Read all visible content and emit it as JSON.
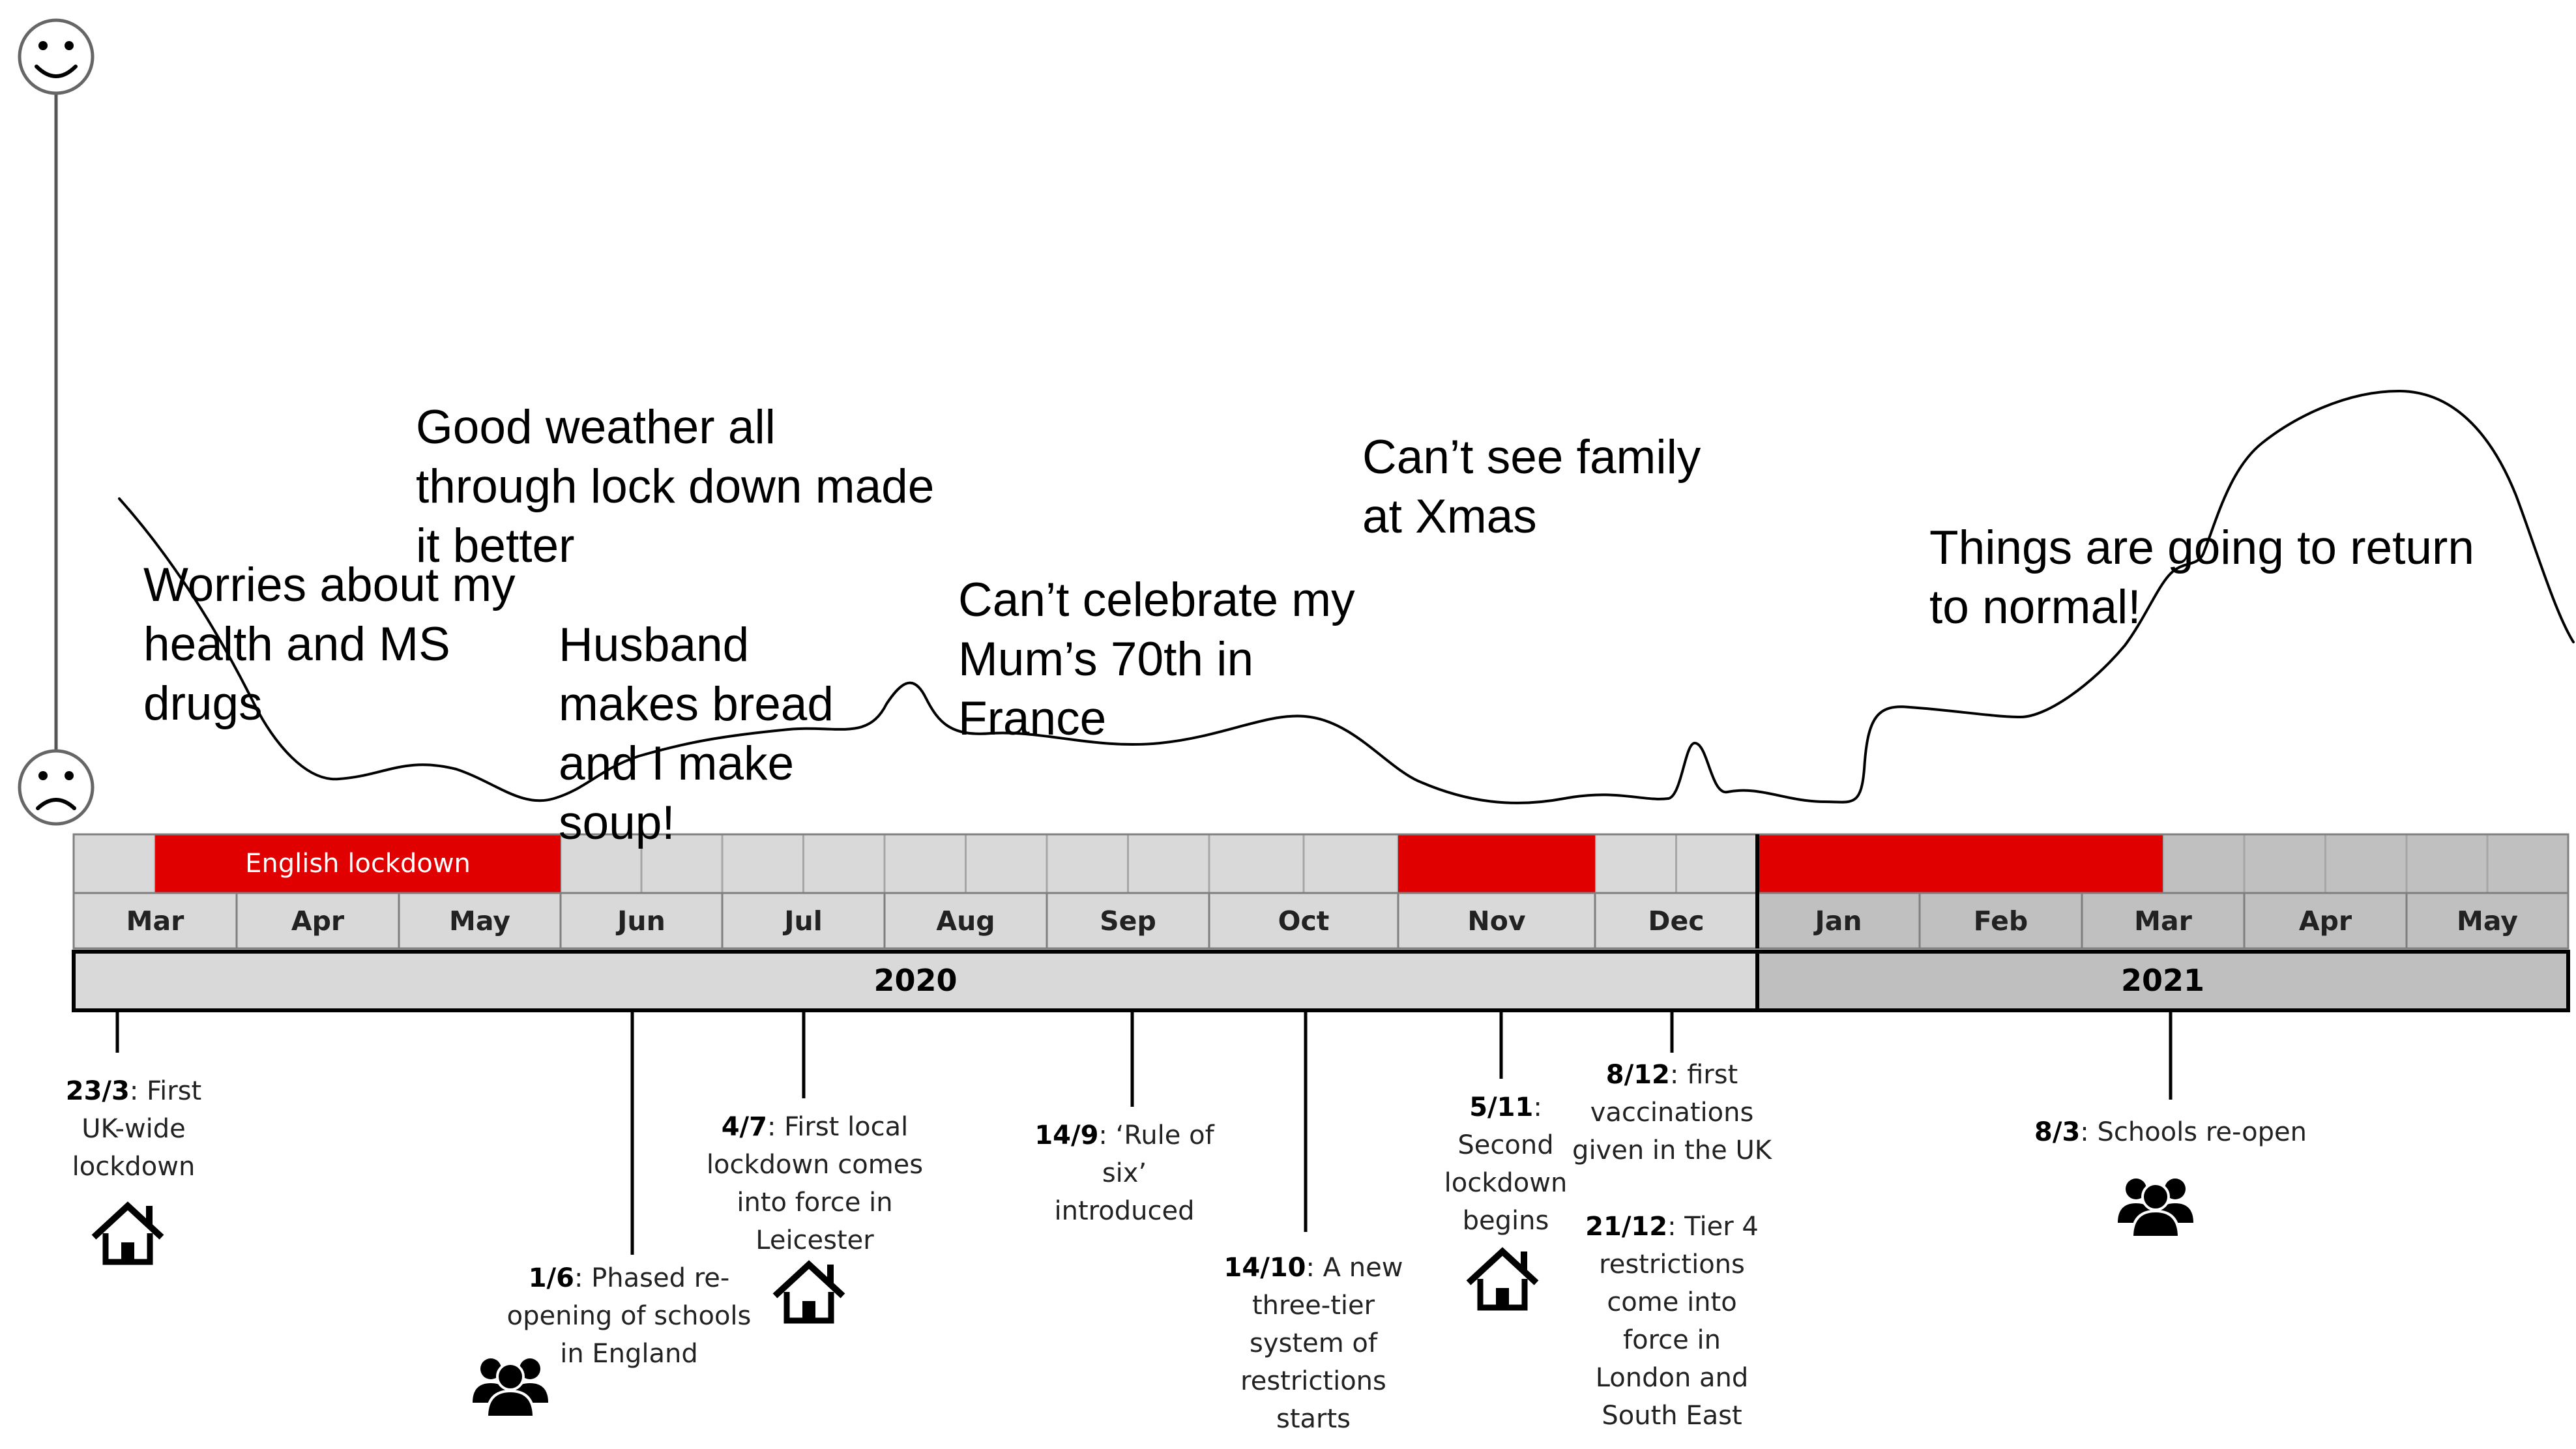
{
  "mood_scale": {
    "top_icon": "happy-face-icon",
    "bottom_icon": "sad-face-icon"
  },
  "notes": [
    {
      "id": "worries",
      "text": "Worries about my\nhealth and MS\ndrugs"
    },
    {
      "id": "weather",
      "text": "Good weather all\nthrough lock down made\nit better"
    },
    {
      "id": "bread",
      "text": "Husband\nmakes bread\nand I make\nsoup!"
    },
    {
      "id": "mum",
      "text": "Can’t celebrate my\nMum’s 70th in\nFrance"
    },
    {
      "id": "xmas",
      "text": "Can’t see family\nat Xmas"
    },
    {
      "id": "normal",
      "text": "Things are going to return\nto normal!"
    }
  ],
  "timeline": {
    "lockdown_label": "English lockdown",
    "months": [
      "Mar",
      "Apr",
      "May",
      "Jun",
      "Jul",
      "Aug",
      "Sep",
      "Oct",
      "Nov",
      "Dec",
      "Jan",
      "Feb",
      "Mar",
      "Apr",
      "May"
    ],
    "years": [
      "2020",
      "2021"
    ],
    "colors": {
      "lockdown": "#e00000",
      "band_2020": "#d9d9d9",
      "band_2021": "#bfbfbf",
      "month_2020": "#d9d9d9",
      "month_2021": "#c0c0c0",
      "outline": "#000000"
    }
  },
  "events": [
    {
      "id": "e1",
      "date": "23/3",
      "text": ": First\nUK-wide\nlockdown",
      "icon": "house-icon"
    },
    {
      "id": "e2",
      "date": "1/6",
      "text": ": Phased re-\nopening of schools\nin England",
      "icon": "people-group-icon"
    },
    {
      "id": "e3",
      "date": "4/7",
      "text": ": First local\nlockdown comes\ninto force in\nLeicester",
      "icon": "house-icon"
    },
    {
      "id": "e4",
      "date": "14/9",
      "text": ": ‘Rule of\nsix’\nintroduced",
      "icon": ""
    },
    {
      "id": "e5",
      "date": "14/10",
      "text": ": A new\nthree-tier\nsystem of\nrestrictions\nstarts",
      "icon": ""
    },
    {
      "id": "e6",
      "date": "5/11",
      "text": ":\nSecond\nlockdown\nbegins",
      "icon": "house-icon"
    },
    {
      "id": "e7",
      "date": "8/12",
      "text": ": first\nvaccinations\ngiven in the UK",
      "icon": ""
    },
    {
      "id": "e8",
      "date": "21/12",
      "text": ": Tier 4\nrestrictions\ncome into\nforce in\nLondon and\nSouth East",
      "icon": ""
    },
    {
      "id": "e9",
      "date": "8/3",
      "text": ": Schools re-open",
      "icon": "people-group-icon"
    }
  ]
}
